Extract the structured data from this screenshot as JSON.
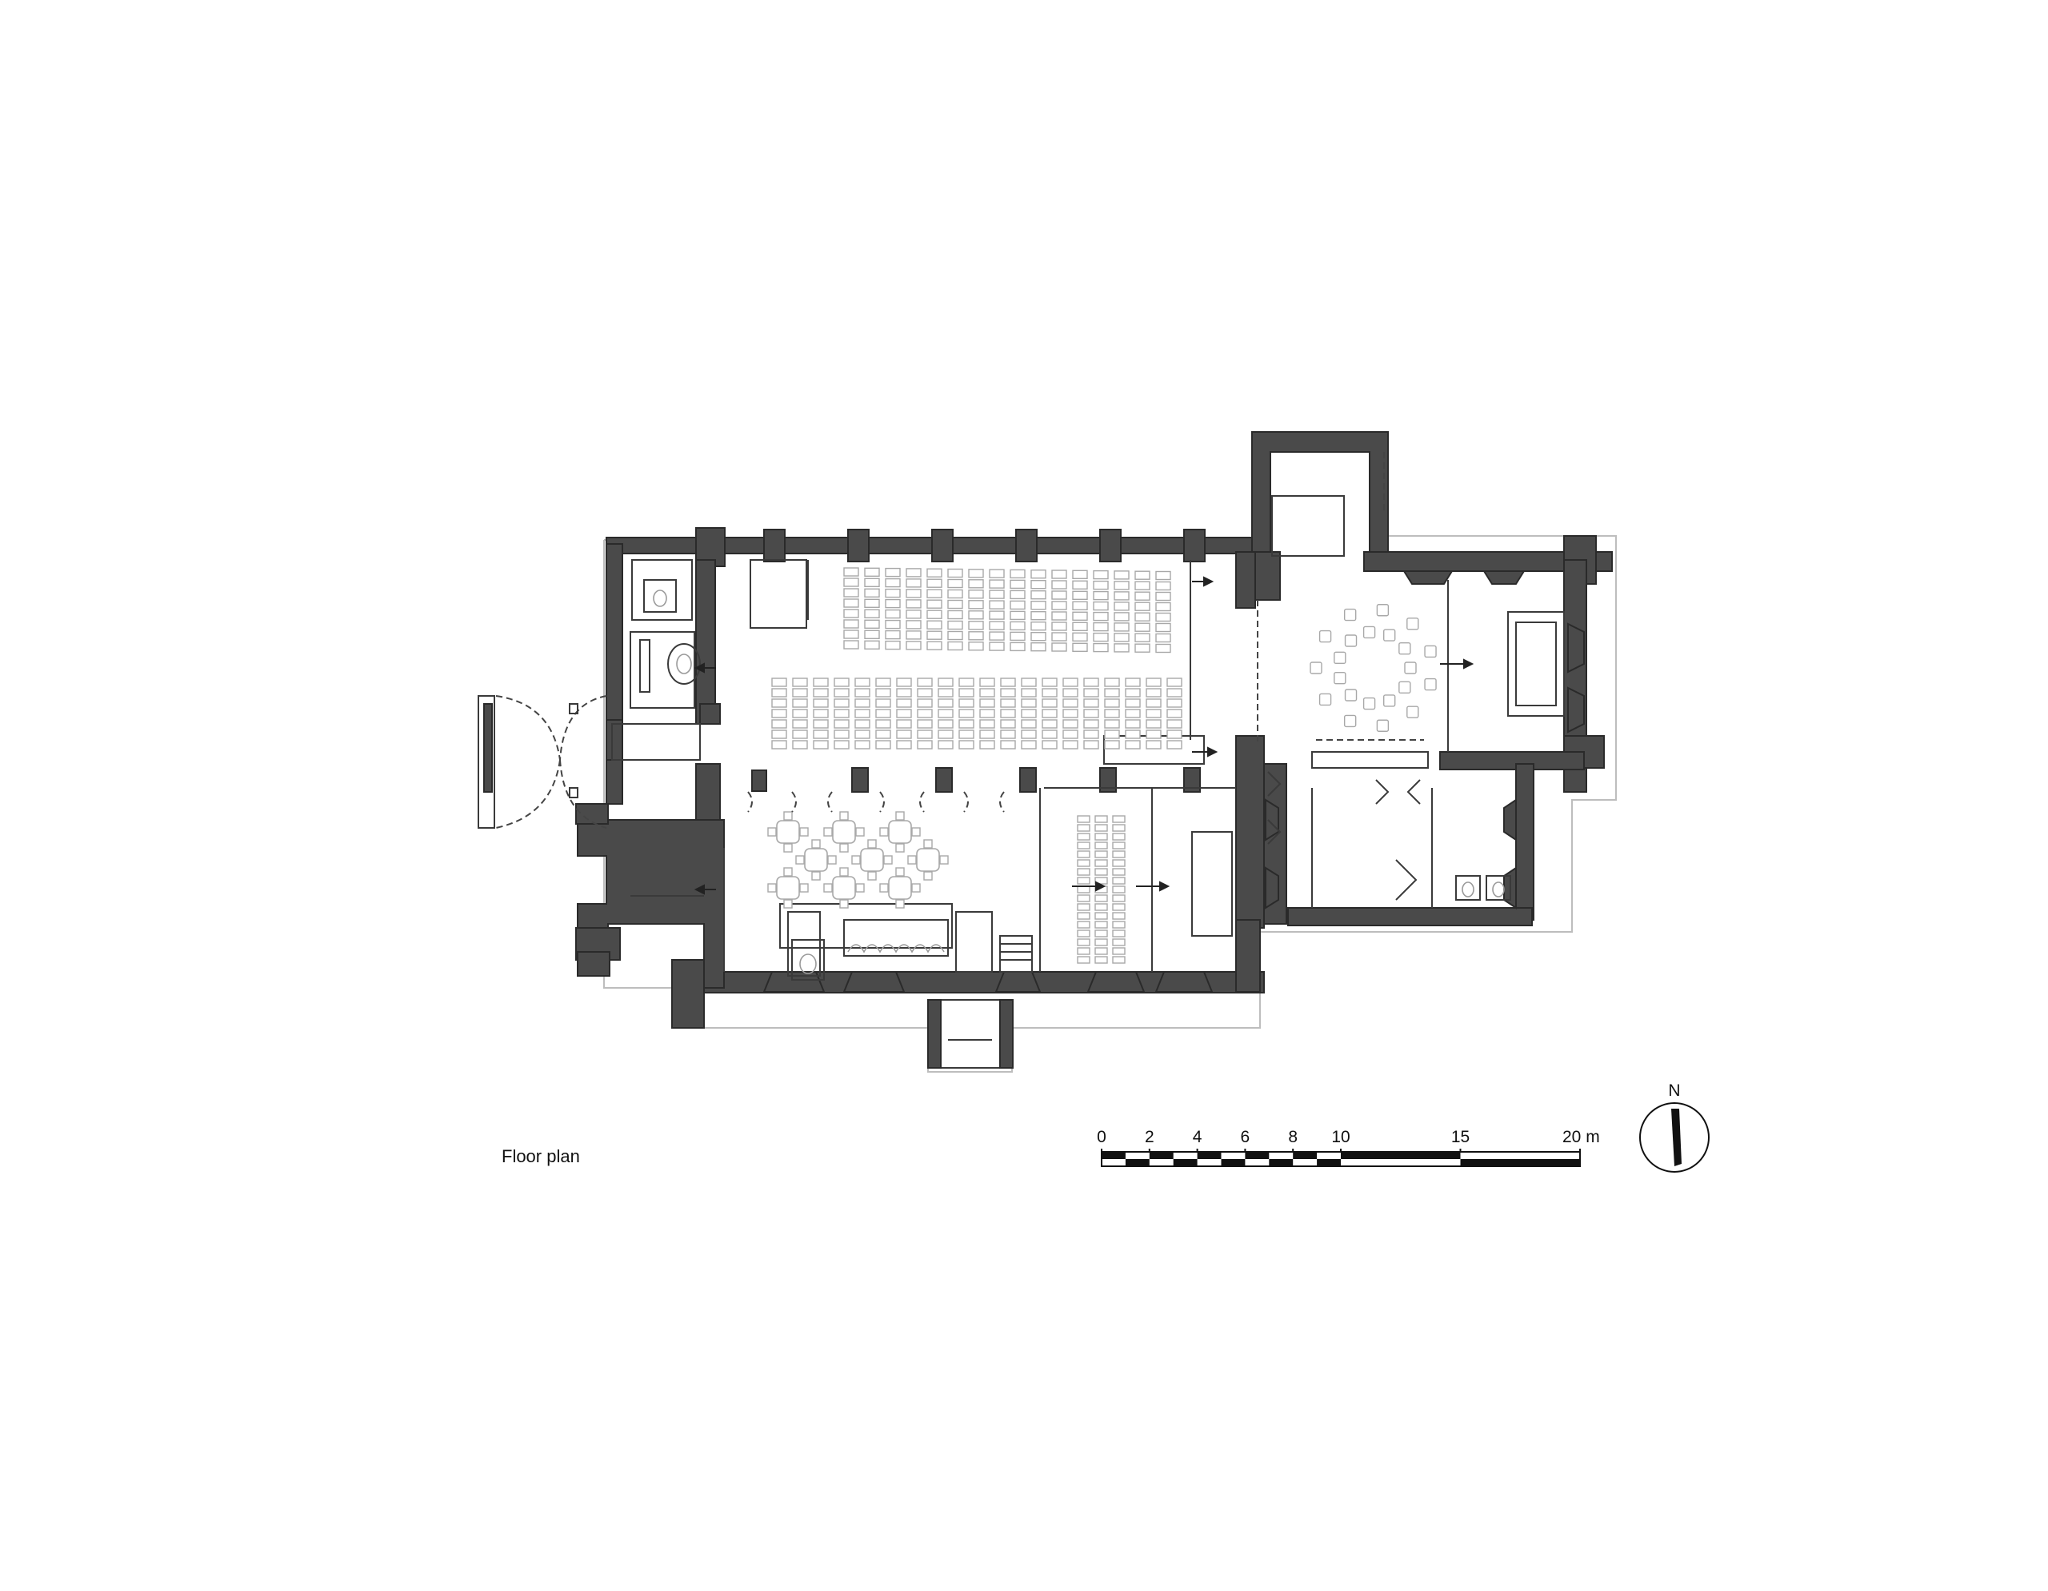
{
  "drawing": {
    "caption": "Floor plan",
    "north_label": "N"
  },
  "scale_bar": {
    "ticks": [
      "0",
      "2",
      "4",
      "6",
      "8",
      "10",
      "15",
      "20 m"
    ],
    "tick_values": [
      0,
      2,
      4,
      6,
      8,
      10,
      15,
      20
    ],
    "unit": "m",
    "max": 20
  },
  "colors": {
    "wall": "#4a4a4a",
    "furniture": "#a8a8a8",
    "background": "#ffffff"
  }
}
